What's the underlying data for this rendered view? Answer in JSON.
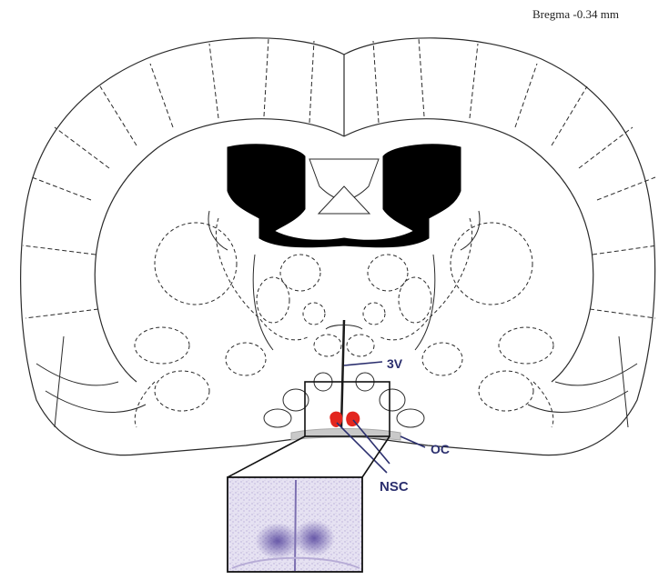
{
  "header": {
    "bregma": "Bregma -0.34 mm"
  },
  "labels": {
    "third_ventricle": "3V",
    "optic_chiasm": "OC",
    "nucleus": "NSC"
  },
  "colors": {
    "outline": "#2a2a2a",
    "ventricle_fill": "#000000",
    "label": "#2b2f6e",
    "nucleus_marker": "#e3261f",
    "optic_chiasm_fill": "#c9c9c9",
    "histology_bg": "#e2dff0",
    "histology_stain": "#6b5aa8"
  }
}
